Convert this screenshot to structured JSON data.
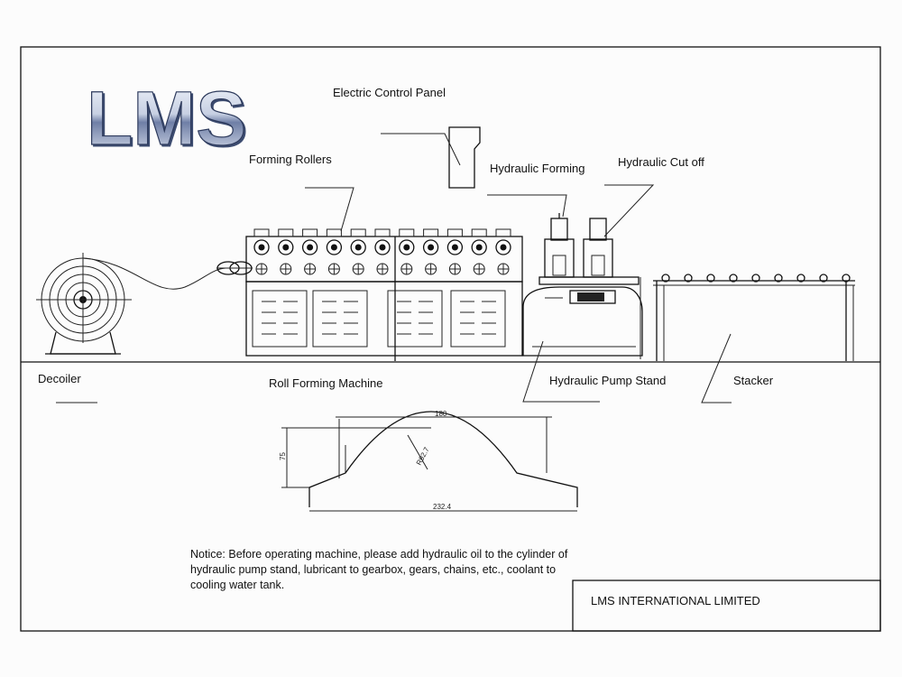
{
  "logo": {
    "text": "LMS"
  },
  "labels": {
    "electric_control_panel": "Electric Control Panel",
    "forming_rollers": "Forming Rollers",
    "hydraulic_forming": "Hydraulic Forming",
    "hydraulic_cut_off": "Hydraulic Cut off",
    "decoiler": "Decoiler",
    "roll_forming_machine": "Roll Forming Machine",
    "hydraulic_pump_stand": "Hydraulic Pump Stand",
    "stacker": "Stacker"
  },
  "profile": {
    "width_top": "180",
    "height": "75",
    "radius": "R92.7",
    "width_bottom": "232.4"
  },
  "notice": "Notice: Before operating machine, please add hydraulic oil to the cylinder of hydraulic pump stand, lubricant to gearbox, gears, chains, etc., coolant to cooling water tank.",
  "company": "LMS INTERNATIONAL LIMITED",
  "colors": {
    "line": "#111111",
    "logo_light": "#eef2fa",
    "logo_dark": "#4a5a80"
  }
}
